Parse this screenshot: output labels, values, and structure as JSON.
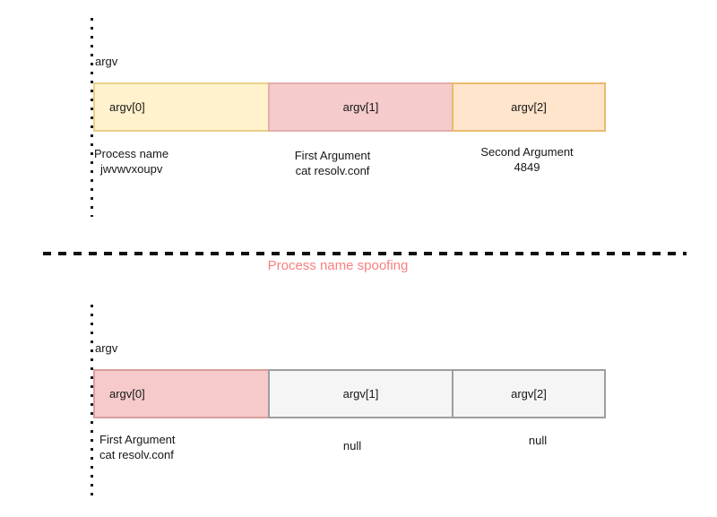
{
  "diagram": {
    "original": {
      "pointer_label": "argv",
      "cells": [
        {
          "label": "argv[0]",
          "fill": "#fff2cc",
          "border": "#e9d089"
        },
        {
          "label": "argv[1]",
          "fill": "#f5cbcb",
          "border": "#e3adad"
        },
        {
          "label": "argv[2]",
          "fill": "#ffe5cc",
          "border": "#eaba6d"
        }
      ],
      "captions": [
        {
          "title": "Process name",
          "value": "jwvwvxoupv"
        },
        {
          "title": "First Argument",
          "value": "cat resolv.conf"
        },
        {
          "title": "Second Argument",
          "value": "4849"
        }
      ]
    },
    "divider": {
      "label": "Process name spoofing",
      "color": "#f98080",
      "line_color": "#111111"
    },
    "spoofed": {
      "pointer_label": "argv",
      "cells": [
        {
          "label": "argv[0]",
          "fill": "#f6caca",
          "border": "#d89e9e"
        },
        {
          "label": "argv[1]",
          "fill": "#f5f5f5",
          "border": "#9e9e9e"
        },
        {
          "label": "argv[2]",
          "fill": "#f5f5f5",
          "border": "#9e9e9e"
        }
      ],
      "captions": [
        {
          "title": "First Argument",
          "value": "cat resolv.conf"
        },
        {
          "value": "null"
        },
        {
          "value": "null"
        }
      ]
    }
  }
}
